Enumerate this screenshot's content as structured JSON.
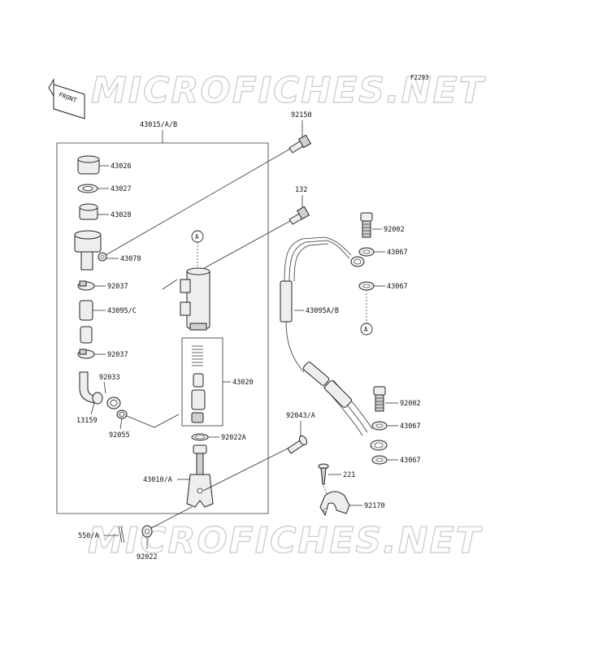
{
  "watermark": "MICROFICHES.NET",
  "figure_code": "F2293",
  "front_label": "FRONT",
  "callouts": [
    "A",
    "A"
  ],
  "parts": {
    "assembly": "43015/A/B",
    "cap": "43026",
    "diaphragm_plate": "43027",
    "diaphragm": "43028",
    "reservoir": "43078",
    "bolt_top": "92150",
    "bolt_132": "132",
    "clamp_upper": "92037",
    "hose_short": "43095/C",
    "clamp_lower": "92037",
    "elbow": "92033",
    "fitting": "13159",
    "oring": "92055",
    "piston_kit": "43020",
    "circlip": "92022A",
    "master_cyl": "43010/A",
    "cotter_pin": "550/A",
    "washer": "92022",
    "pin": "92043/A",
    "banjo_bolt_top": "92002",
    "gasket_top_1": "43067",
    "gasket_top_2": "43067",
    "brake_hose": "43095A/B",
    "banjo_bolt_bot": "92002",
    "gasket_bot_1": "43067",
    "gasket_bot_2": "43067",
    "screw": "221",
    "hose_clamp": "92170"
  }
}
